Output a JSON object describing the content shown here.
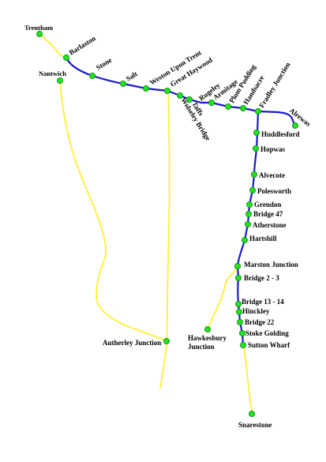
{
  "colors": {
    "background": "#ffffff",
    "main_canal": "#1a1acc",
    "other_canals": "#ffee33",
    "station_fill": "#22e022",
    "station_stroke": "#118811"
  },
  "places": {
    "trentham": "Trentham",
    "nantwich": "Nantwich",
    "barlaston": "Barlaston",
    "stone": "Stone",
    "salt": "Salt",
    "weston": "Weston Upon Trent",
    "great_haywood": "Great Haywood",
    "wolseley": "Wolseley Bridge",
    "taffs": "Taffs",
    "rugeley": "Rugeley",
    "armitage": "Armitage",
    "plum_pudding": "Plum Pudding",
    "handsacre": "Handsacre",
    "fradley": "Fradley Junction",
    "alrewas": "Alrewas",
    "huddlesford": "Huddlesford",
    "hopwas": "Hopwas",
    "alvecote": "Alvecote",
    "polesworth": "Polesworth",
    "grendon": "Grendon",
    "bridge47": "Bridge 47",
    "atherstone": "Atherstone",
    "hartshill": "Hartshill",
    "marston": "Marston Junction",
    "bridge23": "Bridge 2 - 3",
    "bridge1314": "Bridge 13 - 14",
    "hinckley": "Hinckley",
    "bridge22": "Bridge 22",
    "stoke_golding": "Stoke Golding",
    "sutton_wharf": "Sutton Wharf",
    "snarestone": "Snarestone",
    "autherley": "Autherley Junction",
    "hawkesbury_1": "Hawkesbury",
    "hawkesbury_2": "Junction"
  }
}
